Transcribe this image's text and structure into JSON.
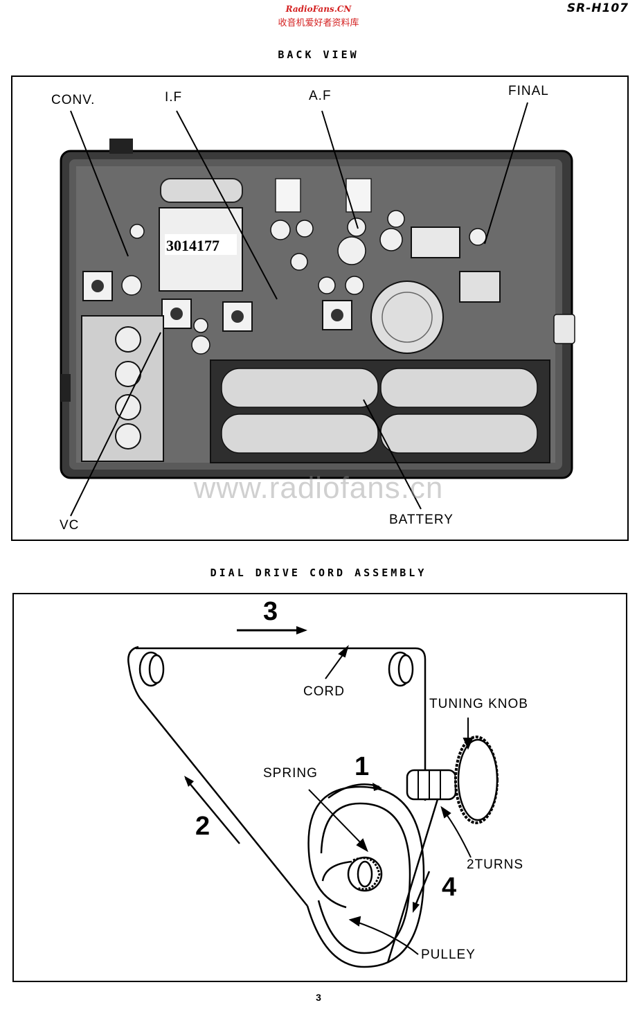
{
  "header": {
    "site_watermark": "RadioFans.CN",
    "site_watermark_cn": "收音机爱好者资料库",
    "model": "SR-H107"
  },
  "back_view": {
    "title": "BACK VIEW",
    "labels": {
      "conv": "CONV.",
      "if": "I.F",
      "af": "A.F",
      "final": "FINAL",
      "vc": "VC",
      "battery": "BATTERY"
    },
    "transformer_text": "3014177",
    "watermark": "www.radiofans.cn"
  },
  "dial_drive": {
    "title": "DIAL DRIVE CORD ASSEMBLY",
    "labels": {
      "cord": "CORD",
      "tuning_knob": "TUNING KNOB",
      "spring": "SPRING",
      "two_turns": "2TURNS",
      "pulley": "PULLEY"
    },
    "step_numbers": {
      "s1": "1",
      "s2": "2",
      "s3": "3",
      "s4": "4"
    }
  },
  "footer": {
    "page_number": "3"
  }
}
